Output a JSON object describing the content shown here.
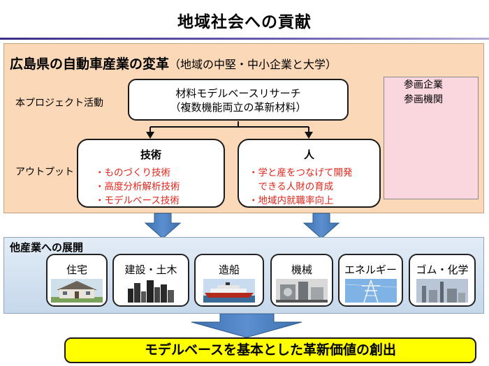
{
  "title": "地域社会への貢献",
  "region": {
    "heading": "広島県の自動車産業の変革",
    "subheading": "（地域の中堅・中小企業と大学）",
    "project_label": "本プロジェクト活動",
    "output_label": "アウトプット",
    "research_line1": "材料モデルベースリサーチ",
    "research_line2": "（複数機能両立の革新材料）",
    "tech_title": "技術",
    "tech_items": [
      "・ものづくり技術",
      "・高度分析解析技術",
      "・モデルベース技術"
    ],
    "people_title": "人",
    "people_items": [
      "・学と産をつなげて開発",
      "　できる人財の育成",
      "・地域内就職率向上"
    ],
    "participants": [
      "参画企業",
      "参画機関"
    ]
  },
  "deployment": {
    "heading": "他産業への展開",
    "industries": [
      {
        "label": "住宅",
        "icon": "house-image"
      },
      {
        "label": "建設・土木",
        "icon": "skyline-image"
      },
      {
        "label": "造船",
        "icon": "ship-image"
      },
      {
        "label": "機械",
        "icon": "machinery-image"
      },
      {
        "label": "エネルギー",
        "icon": "power-tower-image"
      },
      {
        "label": "ゴム・化学",
        "icon": "chemical-plant-image"
      }
    ]
  },
  "banner": "モデルベースを基本とした革新価値の創出",
  "colors": {
    "region_panel": "#fbd9b8",
    "deploy_panel": "#c6d8ec",
    "arrow_blue": "#4a7ebb",
    "output_text": "#e2261b",
    "participants_fill": "#fad7de",
    "banner_fill": "#ffff00",
    "title_rule": "#3b2e86"
  }
}
